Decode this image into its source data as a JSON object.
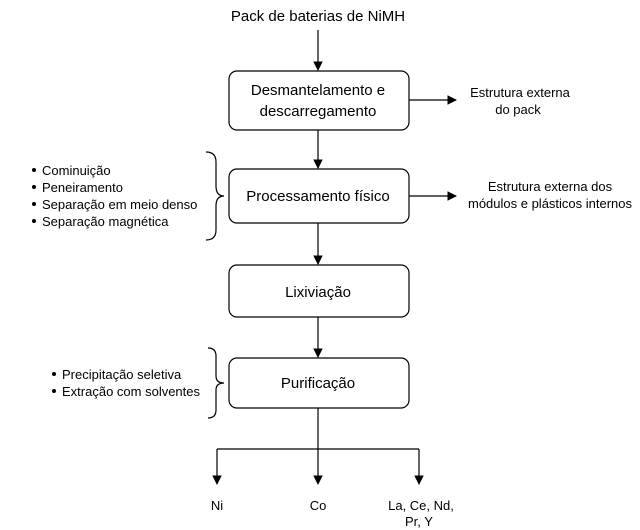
{
  "input": {
    "label": "Pack de baterias de NiMH"
  },
  "steps": [
    {
      "lines": [
        "Desmantelamento e",
        "descarregamento"
      ]
    },
    {
      "lines": [
        "Processamento físico"
      ]
    },
    {
      "lines": [
        "Lixiviação"
      ]
    },
    {
      "lines": [
        "Purificação"
      ]
    }
  ],
  "outputs_side": [
    {
      "lines": [
        "Estrutura externa",
        "do pack"
      ]
    },
    {
      "lines": [
        "Estrutura externa dos",
        "módulos e plásticos internos"
      ]
    }
  ],
  "physical_methods": [
    "Cominuição",
    "Peneiramento",
    "Separação em meio denso",
    "Separação magnética"
  ],
  "purification_methods": [
    "Precipitação seletiva",
    "Extração com solventes"
  ],
  "products": [
    {
      "lines": [
        "Ni"
      ]
    },
    {
      "lines": [
        "Co"
      ]
    },
    {
      "lines": [
        "La, Ce, Nd,",
        "Pr, Y"
      ]
    }
  ]
}
